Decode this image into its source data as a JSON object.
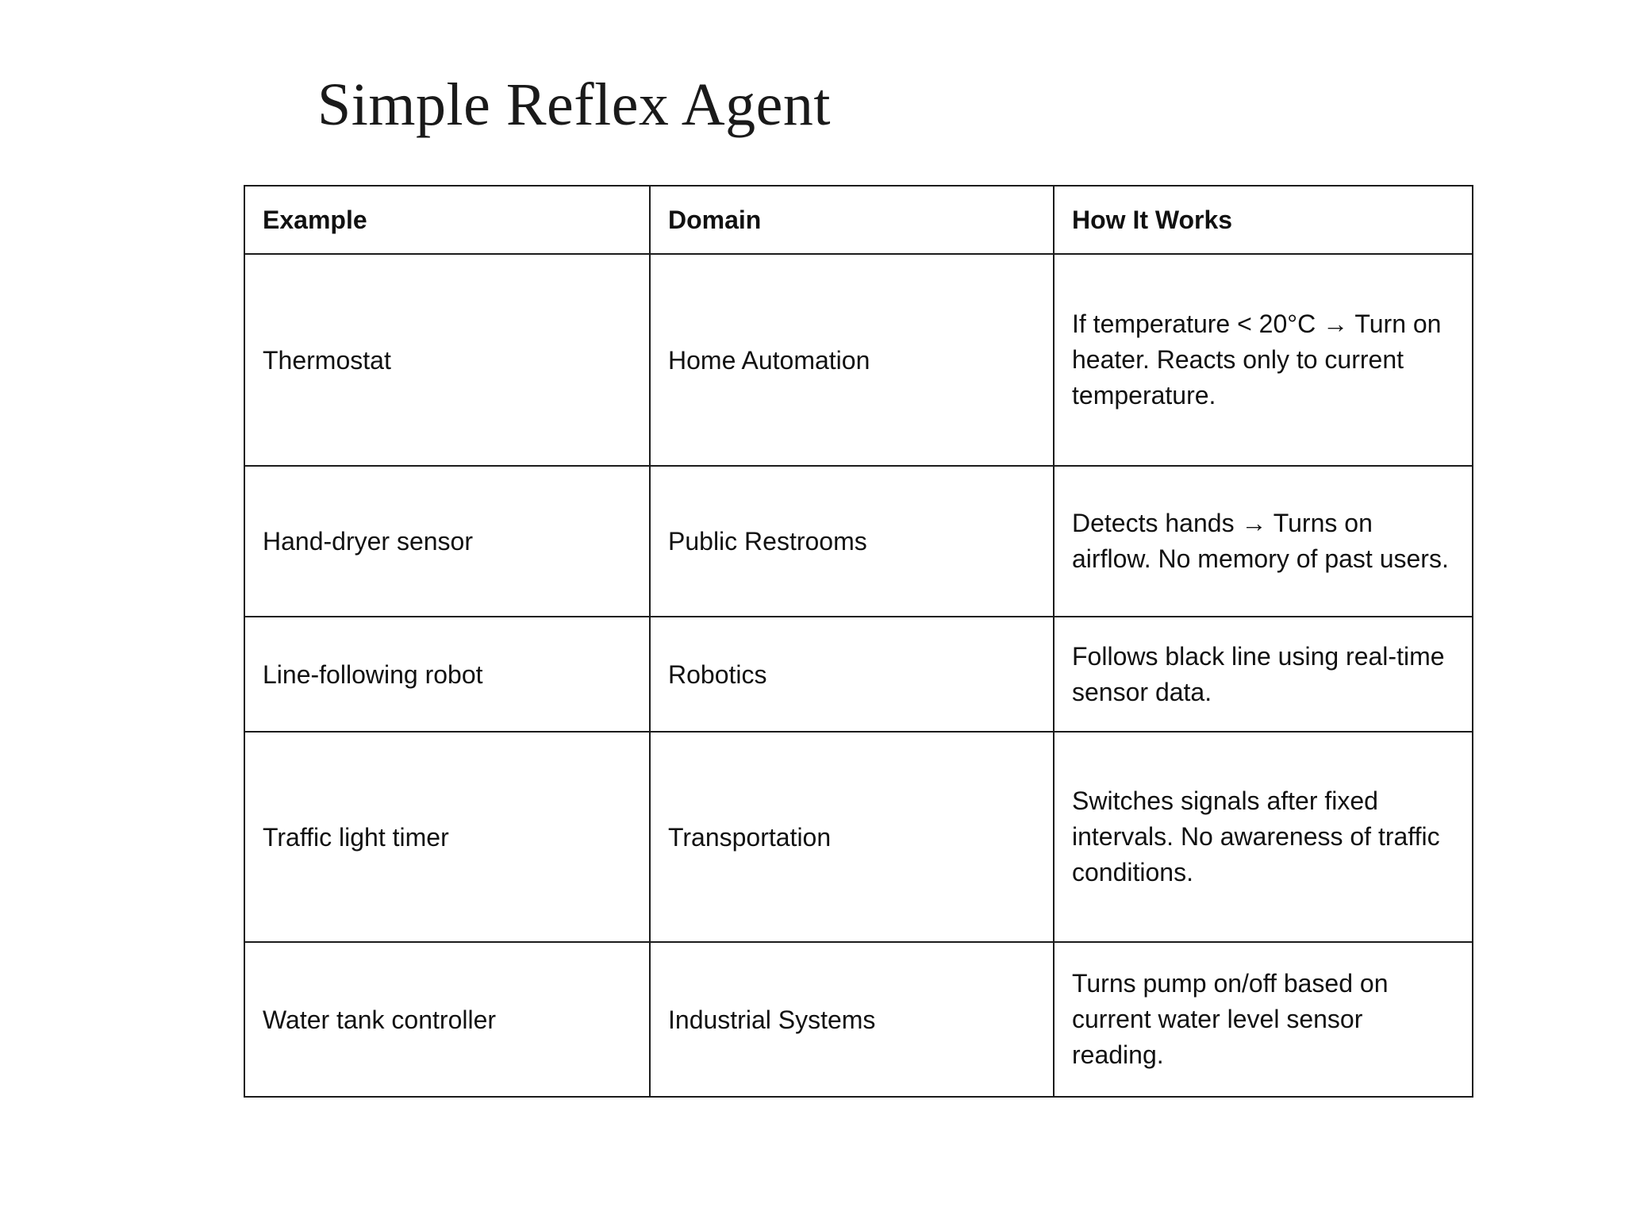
{
  "slide": {
    "title": "Simple Reflex Agent",
    "background_color": "#ffffff",
    "text_color": "#111111",
    "border_color": "#1c1c1c"
  },
  "table": {
    "headers": {
      "example": "Example",
      "domain": "Domain",
      "how_it_works": "How It Works"
    },
    "rows": [
      {
        "example": "Thermostat",
        "domain": "Home Automation",
        "how_it_works": "If temperature < 20°C → Turn on heater. Reacts only to current temperature."
      },
      {
        "example": "Hand-dryer sensor",
        "domain": "Public Restrooms",
        "how_it_works": "Detects hands → Turns on airflow. No memory of past users."
      },
      {
        "example": "Line-following robot",
        "domain": "Robotics",
        "how_it_works": "Follows black line using real-time sensor data."
      },
      {
        "example": "Traffic light timer",
        "domain": "Transportation",
        "how_it_works": "Switches signals after fixed intervals. No awareness of traffic conditions."
      },
      {
        "example": "Water tank controller",
        "domain": "Industrial Systems",
        "how_it_works": "Turns pump on/off based on current water level sensor reading."
      }
    ]
  }
}
